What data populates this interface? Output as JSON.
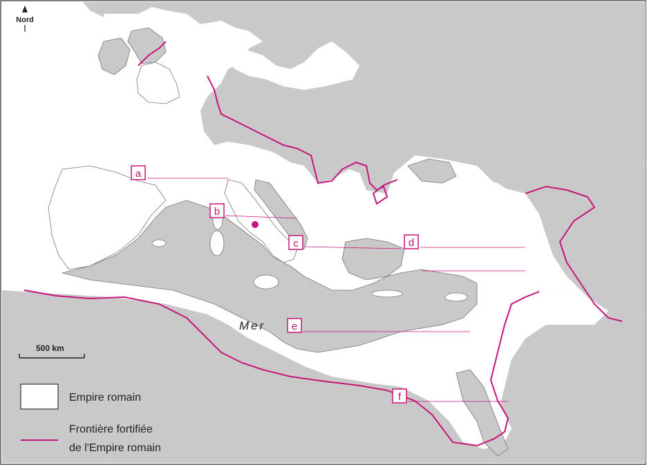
{
  "compass": {
    "label": "Nord"
  },
  "scale": {
    "label": "500 km"
  },
  "labels": {
    "a": "a",
    "b": "b",
    "c": "c",
    "d": "d",
    "e": "e",
    "f": "f"
  },
  "sea_label": "Mer",
  "legend": {
    "empire": "Empire romain",
    "frontier_line1": "Frontière fortifiée",
    "frontier_line2": "de l'Empire romain"
  },
  "colors": {
    "land_outside": "#c9c9c9",
    "empire": "#ffffff",
    "frontier": "#c8147a",
    "text": "#222222"
  }
}
